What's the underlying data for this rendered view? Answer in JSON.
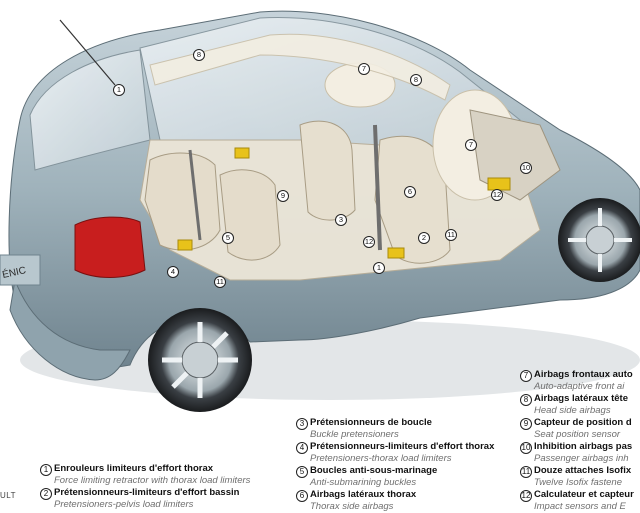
{
  "brand": "ULT",
  "badge_text": "ÉNIC",
  "legend": {
    "col1": [
      {
        "n": "1",
        "fr": "Enrouleurs limiteurs d'effort thorax",
        "en": "Force limiting retractor with thorax load limiters"
      },
      {
        "n": "2",
        "fr": "Prétensionneurs-limiteurs d'effort bassin",
        "en": "Pretensioners-pelvis load limiters"
      }
    ],
    "col2": [
      {
        "n": "3",
        "fr": "Prétensionneurs de boucle",
        "en": "Buckle pretensioners"
      },
      {
        "n": "4",
        "fr": "Prétensionneurs-limiteurs d'effort thorax",
        "en": "Pretensioners-thorax load limiters"
      },
      {
        "n": "5",
        "fr": "Boucles anti-sous-marinage",
        "en": "Anti-submarining buckles"
      },
      {
        "n": "6",
        "fr": "Airbags latéraux thorax",
        "en": "Thorax side airbags"
      }
    ],
    "col3": [
      {
        "n": "7",
        "fr": "Airbags frontaux auto",
        "en": "Auto-adaptive front ai"
      },
      {
        "n": "8",
        "fr": "Airbags latéraux tête",
        "en": "Head side airbags"
      },
      {
        "n": "9",
        "fr": "Capteur de position d",
        "en": "Seat position sensor"
      },
      {
        "n": "10",
        "fr": "Inhibition airbags pas",
        "en": "Passenger airbags inh"
      },
      {
        "n": "11",
        "fr": "Douze attaches Isofix",
        "en": "Twelve Isofix fastene"
      },
      {
        "n": "12",
        "fr": "Calculateur et capteur",
        "en": "Impact sensors and E"
      }
    ]
  },
  "callouts": [
    "1",
    "1",
    "2",
    "3",
    "4",
    "5",
    "6",
    "7",
    "7",
    "8",
    "8",
    "9",
    "10",
    "11",
    "11",
    "12",
    "12"
  ],
  "colors": {
    "body": "#9fb2bb",
    "body_dark": "#6f838e",
    "glass": "#d9e2e7",
    "seat": "#e4dccb",
    "airbag": "#f1ece0",
    "accent": "#e8c21a",
    "taillight": "#c81e1e"
  }
}
